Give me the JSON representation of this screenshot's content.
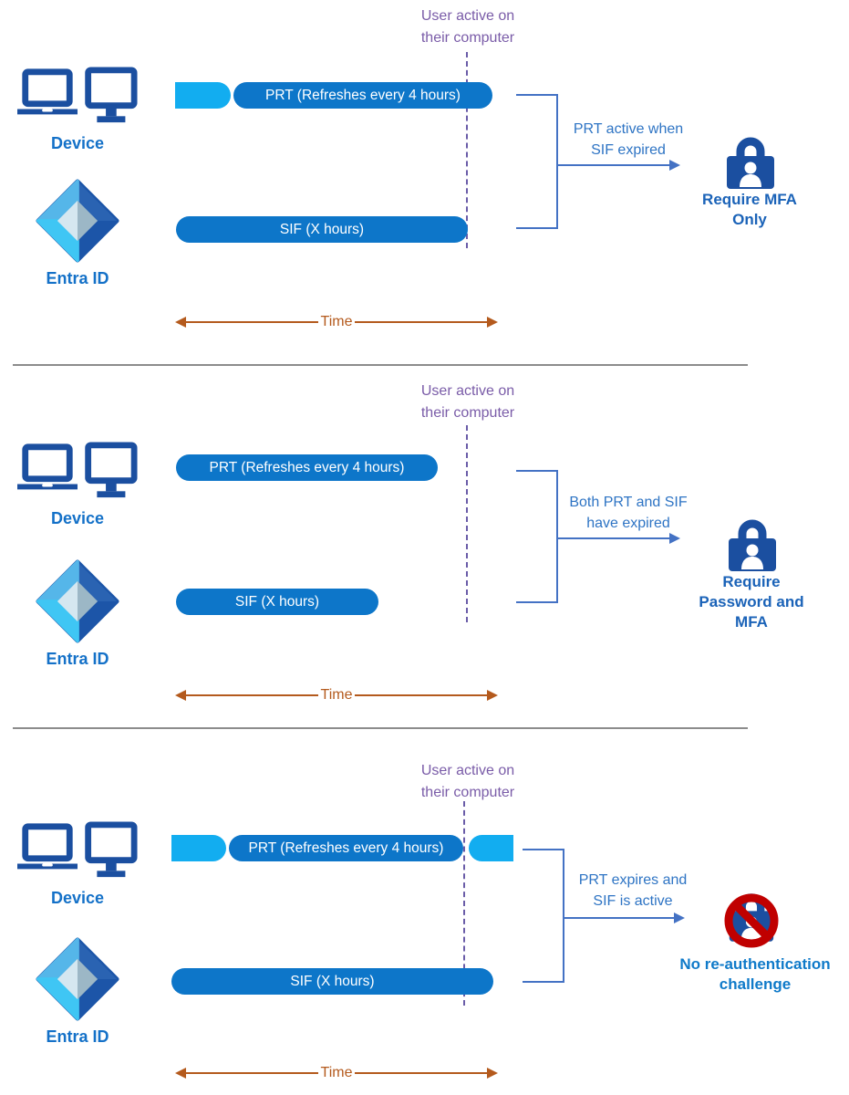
{
  "palette": {
    "bar_blue": "#0d76c9",
    "refresh_cyan": "#12adf0",
    "icon_navy": "#1b4fa0",
    "actor_label_blue": "#1471c8",
    "bracket_arrow_blue": "#4472c4",
    "condition_text_blue": "#2e74c4",
    "result_label_blue": "#1b63b8",
    "result_label_bright_blue": "#0f7ac9",
    "user_active_purple": "#7a5ca8",
    "time_orange": "#b45a1d",
    "blocked_red": "#c00000",
    "divider_gray": "#8c8c8c"
  },
  "panels": [
    {
      "user_active": [
        "User active on",
        "their computer"
      ],
      "device_label": "Device",
      "entra_label": "Entra ID",
      "prt_bar": "PRT (Refreshes every 4 hours)",
      "sif_bar": "SIF (X hours)",
      "condition": [
        "PRT active when",
        "SIF expired"
      ],
      "result": [
        "Require MFA",
        "Only"
      ],
      "result_icon": "mfa-lock",
      "time_label": "Time"
    },
    {
      "user_active": [
        "User active on",
        "their computer"
      ],
      "device_label": "Device",
      "entra_label": "Entra ID",
      "prt_bar": "PRT (Refreshes every 4 hours)",
      "sif_bar": "SIF (X hours)",
      "condition": [
        "Both PRT and SIF",
        "have expired"
      ],
      "result": [
        "Require",
        "Password and",
        "MFA"
      ],
      "result_icon": "mfa-lock",
      "time_label": "Time"
    },
    {
      "user_active": [
        "User active on",
        "their computer"
      ],
      "device_label": "Device",
      "entra_label": "Entra ID",
      "prt_bar": "PRT (Refreshes every 4 hours)",
      "sif_bar": "SIF (X hours)",
      "condition": [
        "PRT expires and",
        "SIF is active"
      ],
      "result": [
        "No re-authentication",
        "challenge"
      ],
      "result_icon": "no-reauth-blocked-lock",
      "time_label": "Time"
    }
  ]
}
